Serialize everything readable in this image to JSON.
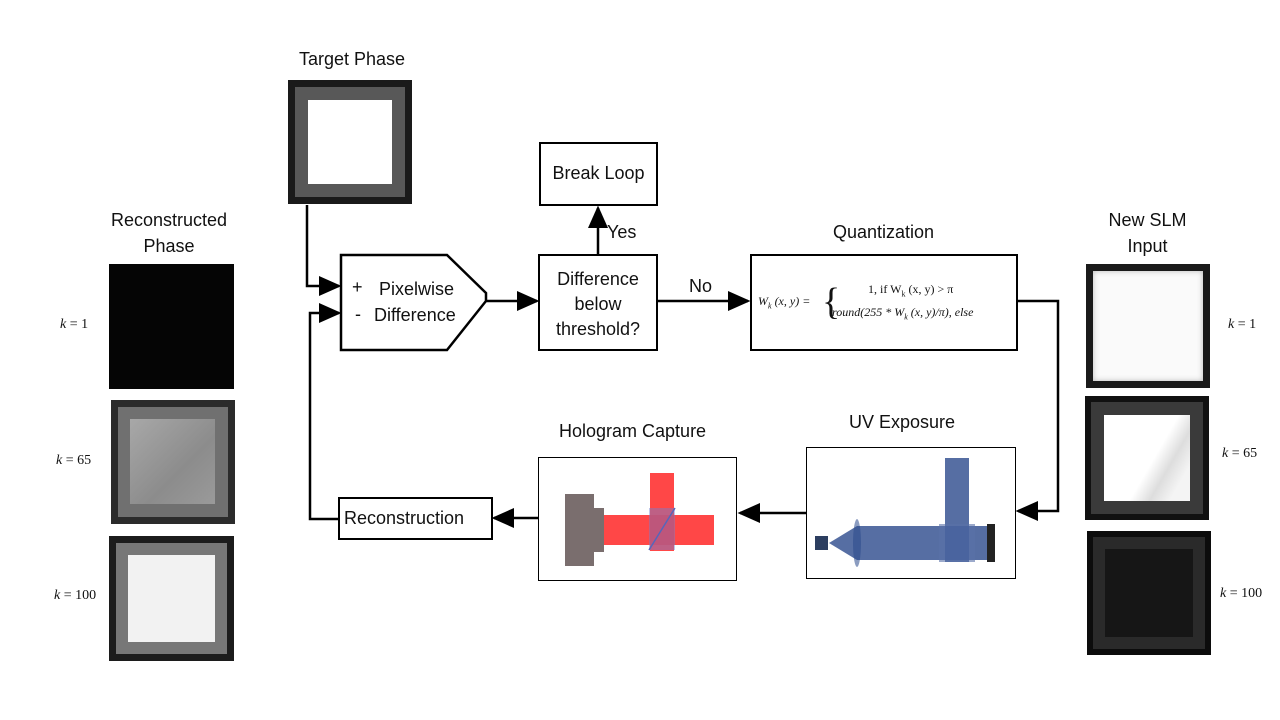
{
  "titles": {
    "target_phase": "Target Phase",
    "reconstructed_1": "Reconstructed",
    "reconstructed_2": "Phase",
    "new_slm_1": "New SLM",
    "new_slm_2": "Input",
    "quantization": "Quantization",
    "uv_exposure": "UV Exposure",
    "hologram_capture": "Hologram Capture"
  },
  "blocks": {
    "break_loop": "Break Loop",
    "plus": "+",
    "minus": "-",
    "pixelwise": "Pixelwise",
    "difference": "Difference",
    "threshold_1": "Difference",
    "threshold_2": "below",
    "threshold_3": "threshold?",
    "reconstruction": "Reconstruction"
  },
  "edges": {
    "yes": "Yes",
    "no": "No"
  },
  "formula": {
    "lhs": "W",
    "lhs_sub": "k",
    "lhs_args": "(x, y) =",
    "case1": "1, if W",
    "case1_sub": "k",
    "case1_rest": "(x, y) > π",
    "case2": "round(255 * W",
    "case2_sub": "k",
    "case2_rest": "(x, y)/π), else"
  },
  "iterations": {
    "k_label": "k",
    "left": [
      "= 1",
      "= 65",
      "= 100"
    ],
    "right": [
      "= 1",
      "= 65",
      "= 100"
    ]
  },
  "colors": {
    "red_beam": "#ff3333",
    "blue_beam": "#2c4a8c",
    "camera": "#7a6e6e"
  }
}
